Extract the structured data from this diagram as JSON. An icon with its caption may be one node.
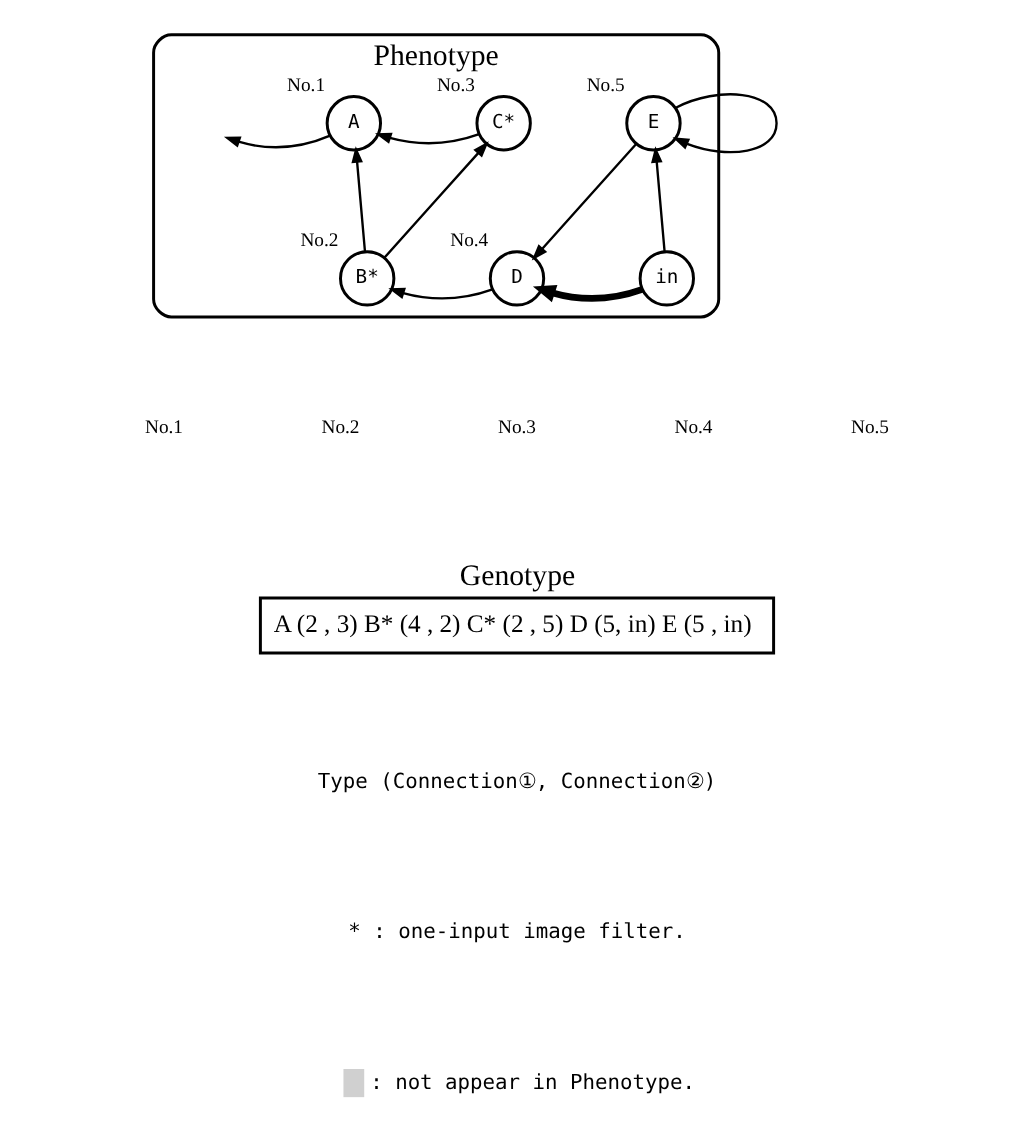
{
  "diagram": {
    "nodes": [
      {
        "text": [
          "Phenotype"
        ]
      },
      {
        "text": [
          "A"
        ],
        "in": 0,
        "beside": [
          "No.1"
        ]
      },
      {
        "text": [
          "C*"
        ],
        "in": 0,
        "beside": [
          "No.3"
        ]
      },
      {
        "text": [
          "E"
        ],
        "in": 0,
        "beside": [
          "No.5"
        ]
      },
      {
        "text": [
          "B*"
        ],
        "in": 0,
        "beside": [
          "No.2"
        ]
      },
      {
        "text": [
          "D"
        ],
        "in": 0,
        "beside": [
          "No.4"
        ]
      },
      {
        "text": [
          "in"
        ],
        "in": 0
      },
      {
        "text": [
          "Genotype",
          "A (2 , 3) B* (4 , 2) C* (2 , 5) D (5, in) E (5 , in)"
        ]
      }
    ],
    "edges": [
      {
        "from": 1,
        "to": null,
        "arrow": "to"
      },
      {
        "from": 2,
        "to": 1,
        "arrow": "to"
      },
      {
        "from": 4,
        "to": 1,
        "arrow": "to"
      },
      {
        "from": 4,
        "to": 2,
        "arrow": "to"
      },
      {
        "from": 5,
        "to": 4,
        "arrow": "to"
      },
      {
        "from": 6,
        "to": 5,
        "arrow": "to",
        "style": "thick"
      },
      {
        "from": 6,
        "to": 3,
        "arrow": "to"
      },
      {
        "from": 3,
        "to": 5,
        "arrow": "to"
      },
      {
        "from": 3,
        "to": 3,
        "arrow": "to"
      }
    ],
    "labels": [
      "No.1",
      "No.2",
      "No.3",
      "No.4",
      "No.5",
      "Type (Connection①, Connection②)",
      "* : one-input image filter."
    ],
    "legend": [
      {
        "text": ": not appear in Phenotype.",
        "color": "#d0d0d0"
      }
    ]
  }
}
